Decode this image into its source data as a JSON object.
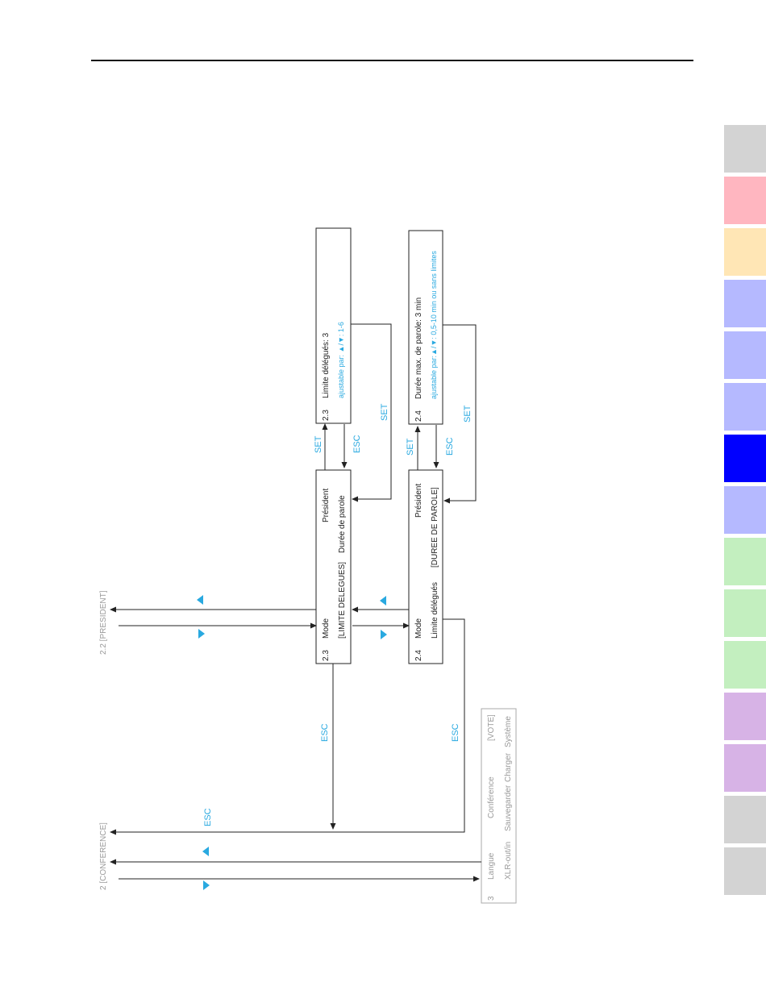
{
  "colors": {
    "accent": "#29a9e0",
    "line": "#222222",
    "sidebar_tabs": [
      "#d3d3d3",
      "#ffb6c0",
      "#ffe6b5",
      "#b5b9ff",
      "#b5b9ff",
      "#b5b9ff",
      "#0000ff",
      "#b5b9ff",
      "#c3efbf",
      "#c3efbf",
      "#c3efbf",
      "#d7b3e6",
      "#d7b3e6",
      "#d3d3d3",
      "#d3d3d3"
    ]
  },
  "levels": {
    "conference": "2  [CONFERENCE]",
    "president": "2.2  [PRESIDENT]"
  },
  "box_23_main": {
    "num": "2.3",
    "mode": "Mode",
    "president": "Président",
    "selected": "[LIMITE DELEGUES]",
    "duree": "Durée de parole"
  },
  "box_23_sub": {
    "num": "2.3",
    "title": "Limite délégués:  3",
    "hint": "ajustable par: ▲/▼: 1-6"
  },
  "box_24_main": {
    "num": "2.4",
    "mode": "Mode",
    "president": "Président",
    "limite": "Limite délégués",
    "selected": "[DUREE DE PAROLE]"
  },
  "box_24_sub": {
    "num": "2.4",
    "title": "Durée max. de parole: 3 min",
    "hint": "ajustable par:▲/▼: 0,5-10 min ou sans limites"
  },
  "box_3": {
    "num": "3",
    "langue": "Langue",
    "conference": "Conférence",
    "vote": "[VOTE]",
    "xlr": "XLR-out/in",
    "sauvegarder": "Sauvegarder",
    "charger": "Charger",
    "systeme": "Système"
  },
  "labels": {
    "set": "SET",
    "esc": "ESC"
  }
}
